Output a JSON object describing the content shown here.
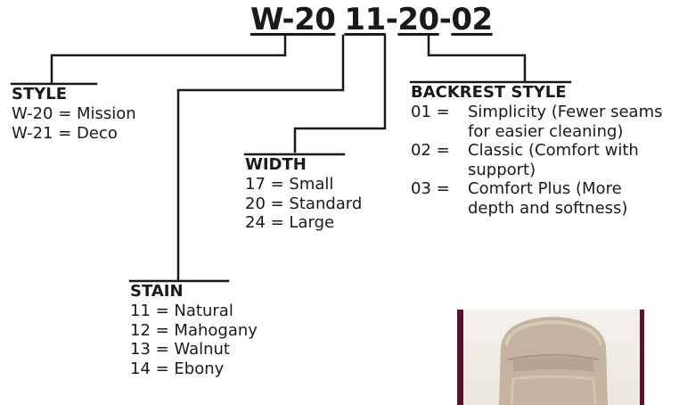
{
  "code": {
    "seg1": "W-20",
    "seg2": "11",
    "dash1": "-",
    "seg3": "20",
    "dash2": "-",
    "seg4": "02"
  },
  "style": {
    "title": "STYLE",
    "items": [
      "W-20 = Mission",
      "W-21 = Deco"
    ]
  },
  "stain": {
    "title": "STAIN",
    "items": [
      "11 = Natural",
      "12 = Mahogany",
      "13 = Walnut",
      "14 = Ebony"
    ]
  },
  "width": {
    "title": "WIDTH",
    "items": [
      "17 = Small",
      "20 = Standard",
      "24 = Large"
    ]
  },
  "backrest": {
    "title": "BACKREST STYLE",
    "items": [
      {
        "code": "01 =",
        "line1": "Simplicity (Fewer seams",
        "line2": "for easier cleaning)"
      },
      {
        "code": "02 =",
        "line1": "Classic (Comfort with",
        "line2": "support)"
      },
      {
        "code": "03 =",
        "line1": "Comfort Plus (More",
        "line2": "depth and softness)"
      }
    ]
  },
  "colors": {
    "line": "#1a1a1a",
    "photo_frame": "#5a1230",
    "chair": "#c4b49f"
  }
}
